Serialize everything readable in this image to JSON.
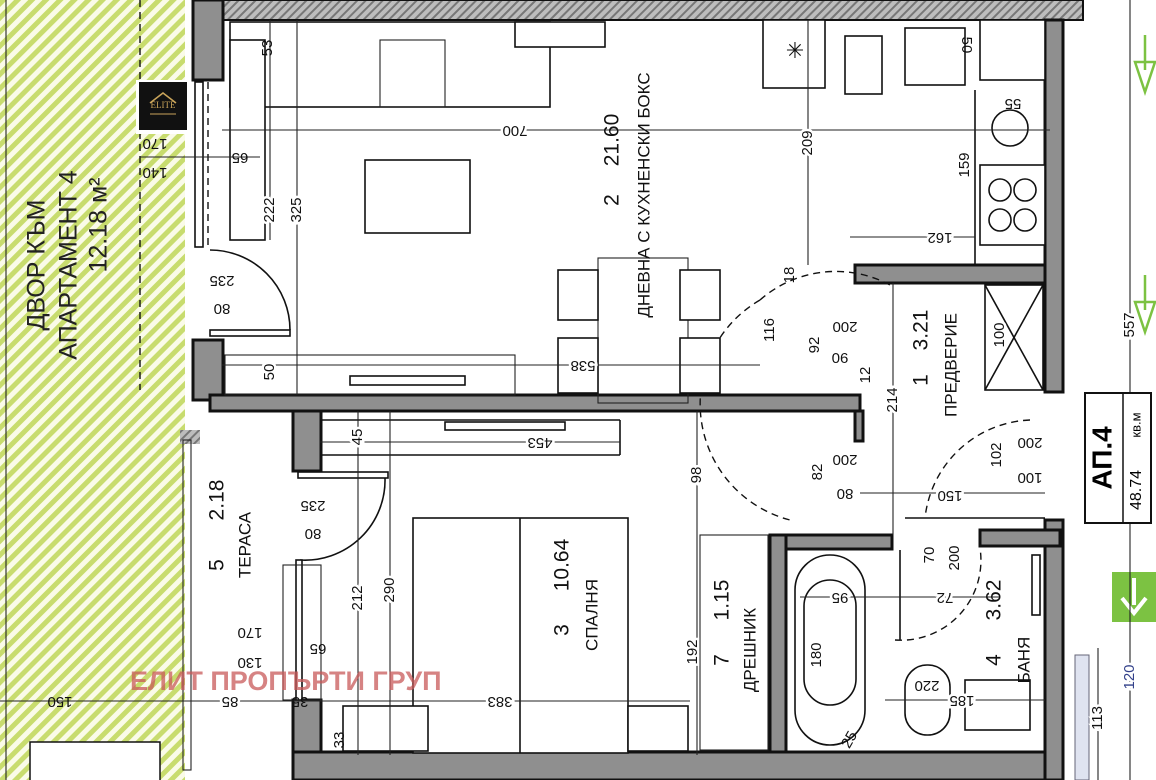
{
  "yard": {
    "line1": "ДВОР КЪМ",
    "line2": "АПАРТАМЕНТ 4",
    "area": "12.18 м²"
  },
  "logo": {
    "text": "ELITE"
  },
  "rooms": [
    {
      "number": "1",
      "area": "3.21",
      "name": "ПРЕДВЕРИЕ"
    },
    {
      "number": "2",
      "area": "21.60",
      "name": "ДНЕВНА С КУХНЕНСКИ БОКС"
    },
    {
      "number": "3",
      "area": "10.64",
      "name": "СПАЛНЯ"
    },
    {
      "number": "4",
      "area": "3.62",
      "name": "БАНЯ"
    },
    {
      "number": "5",
      "area": "2.18",
      "name": "ТЕРАСА"
    },
    {
      "number": "7",
      "area": "1.15",
      "name": "ДРЕШНИК"
    }
  ],
  "apartment": {
    "label": "АП.4",
    "area": "48.74",
    "unit": "кв.м"
  },
  "watermark": "ЕЛИТ ПРОПЪРТИ ГРУП",
  "dims": [
    "700",
    "209",
    "162",
    "159",
    "55",
    "50",
    "53",
    "222",
    "325",
    "65",
    "170",
    "140",
    "235",
    "80",
    "50",
    "538",
    "453",
    "45",
    "98",
    "18",
    "116",
    "92",
    "200",
    "90",
    "12",
    "214",
    "100",
    "557",
    "200",
    "100",
    "102",
    "150",
    "200",
    "80",
    "82",
    "70",
    "200",
    "72",
    "95",
    "180",
    "220",
    "185",
    "25",
    "113",
    "120",
    "235",
    "80",
    "212",
    "290",
    "170",
    "130",
    "65",
    "85",
    "35",
    "33",
    "383",
    "192",
    "150"
  ],
  "colors": {
    "wall": "#8f8f8f",
    "yard_green": "#c8dc6e",
    "arrow_green": "#7cc242",
    "watermark": "#c85a5a",
    "logo_bg": "#111111",
    "logo_gold": "#c9a45a"
  },
  "icons": [
    "entrance-arrow-icon",
    "north-arrow-icon"
  ]
}
